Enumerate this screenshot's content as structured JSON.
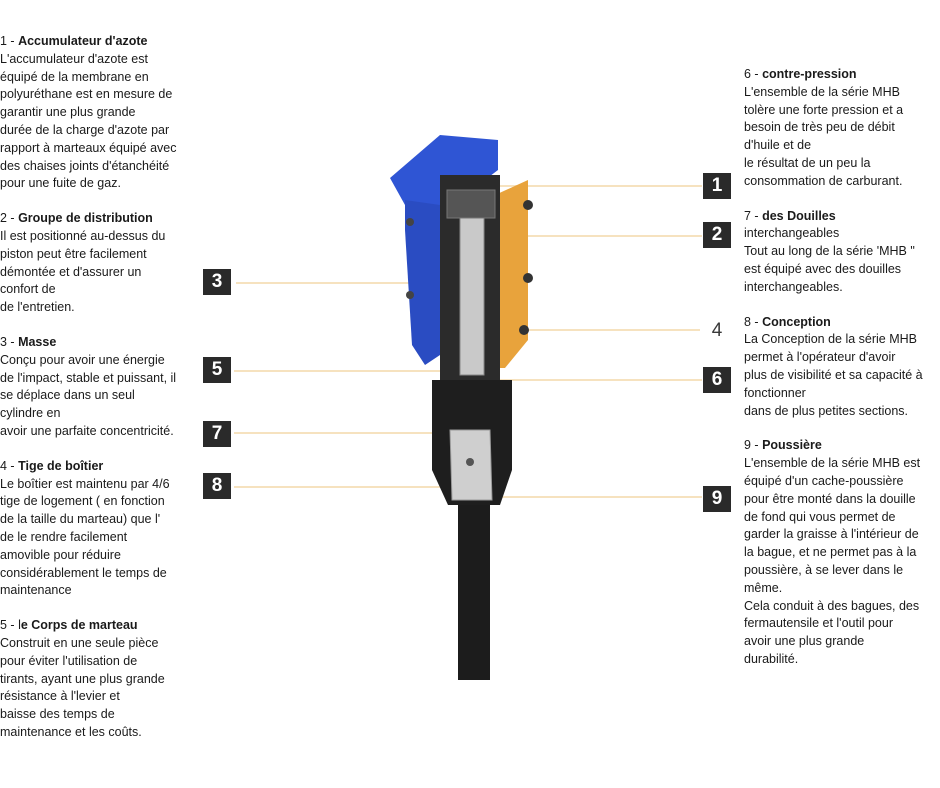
{
  "left_items": [
    {
      "number": "1",
      "title": "Accumulateur d'azote",
      "lines": [
        "L'accumulateur d'azote est",
        "équipé de la membrane en",
        "polyuréthane est en mesure de",
        "garantir une plus grande",
        "durée de la charge d'azote par",
        "rapport à marteaux équipé avec",
        "des chaises joints d'étanchéité",
        "pour une fuite de gaz."
      ]
    },
    {
      "number": "2",
      "title": "Groupe de distribution",
      "lines": [
        "Il est positionné au-dessus du",
        "piston peut être facilement",
        "démontée et d'assurer un",
        "confort de",
        "de l'entretien."
      ]
    },
    {
      "number": "3",
      "title": "Masse",
      "lines": [
        "Conçu pour avoir une énergie",
        "de l'impact, stable et puissant, il",
        "se déplace dans un seul",
        "cylindre en",
        "avoir une parfaite concentricité."
      ]
    },
    {
      "number": "4",
      "title": "Tige de boîtier",
      "lines": [
        "Le boîtier est maintenu par 4/6",
        "tige de logement ( en fonction",
        "de la taille du marteau) que l'",
        "de le rendre facilement",
        "amovible pour réduire",
        "considérablement le temps de",
        "maintenance"
      ]
    },
    {
      "number": "5",
      "prefix": "l",
      "title": "e Corps de marteau",
      "lines": [
        "Construit en une seule pièce",
        "pour éviter l'utilisation de",
        "tirants, ayant une plus grande",
        "résistance à l'levier et",
        "baisse des temps de",
        "maintenance et les coûts."
      ]
    }
  ],
  "right_items": [
    {
      "number": "6",
      "title": "contre-pression",
      "lines": [
        "L'ensemble de la série MHB",
        "tolère une forte pression et a",
        "besoin de très peu de débit",
        "d'huile et de",
        "le résultat de un peu la",
        "consommation de carburant."
      ]
    },
    {
      "number": "7",
      "title": "des Douilles",
      "lines": [
        "interchangeables",
        "Tout au long de la série 'MHB \"",
        "est équipé avec des douilles",
        "interchangeables."
      ]
    },
    {
      "number": "8",
      "title": "Conception",
      "lines": [
        "La Conception de la série MHB",
        "permet à l'opérateur d'avoir",
        "plus de visibilité et sa capacité à",
        "fonctionner",
        "dans de plus petites sections."
      ]
    },
    {
      "number": "9",
      "title": "Poussière",
      "lines": [
        "L'ensemble de la série MHB est",
        "équipé d'un cache-poussière",
        "pour être monté dans la douille",
        "de fond qui vous permet de",
        "garder la graisse à l'intérieur de",
        "la bague, et ne permet pas à la",
        "poussière, à se lever dans le",
        "même.",
        "Cela conduit à des bagues, des",
        "fermautensile et l'outil pour",
        "avoir une plus grande",
        "durabilité."
      ]
    }
  ],
  "separator": " - ",
  "badges": {
    "b1": "1",
    "b2": "2",
    "b3": "3",
    "b4": "4",
    "b5": "5",
    "b6": "6",
    "b7": "7",
    "b8": "8",
    "b9": "9"
  },
  "colors": {
    "housing_blue": "#2f55d4",
    "side_orange": "#e8a33c",
    "body_black": "#1c1c1c",
    "badge_dark": "#2a2a2a",
    "leader_line": "#f6e2bf"
  }
}
